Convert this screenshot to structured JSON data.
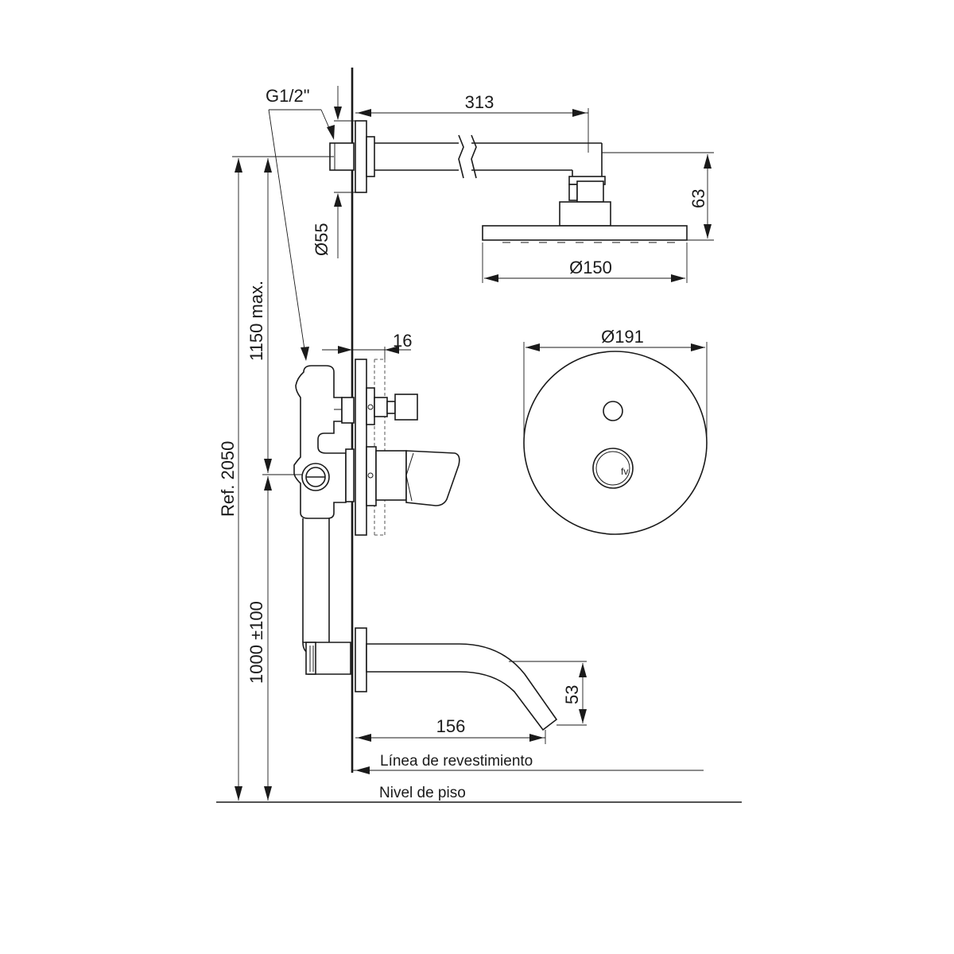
{
  "dimensions": {
    "thread": "G1/2\"",
    "arm_length": "313",
    "wall_flange_diameter": "Ø55",
    "head_height": "63",
    "head_diameter": "Ø150",
    "plate_diameter": "Ø191",
    "cover_depth": "16",
    "max_height": "1150 max.",
    "reference_height": "Ref. 2050",
    "valve_height": "1000 ±100",
    "spout_height": "53",
    "spout_length": "156"
  },
  "labels": {
    "cladding_line": "Línea de revestimiento",
    "floor_level": "Nivel de piso"
  },
  "logo": "fv"
}
